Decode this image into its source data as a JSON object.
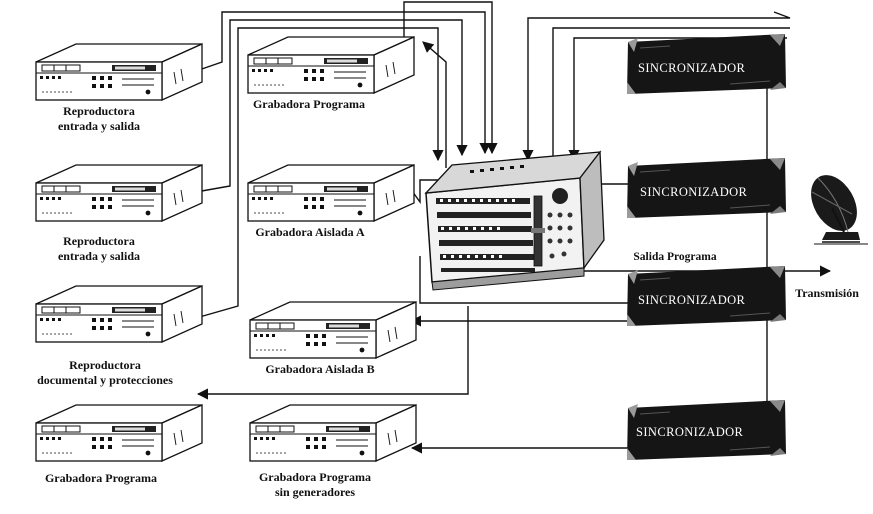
{
  "diagram": {
    "sources": [
      {
        "line1": "Reproductora",
        "line2": "entrada y salida"
      },
      {
        "line1": "Reproductora",
        "line2": "entrada y salida"
      },
      {
        "line1": "Reproductora",
        "line2": "documental y protecciones"
      }
    ],
    "recorders": {
      "programa_top": "Grabadora Programa",
      "aislada_a": "Grabadora Aislada A",
      "aislada_b": "Grabadora Aislada B",
      "programa_bottom": "Grabadora Programa",
      "sin_gen_line1": "Grabadora Programa",
      "sin_gen_line2": "sin generadores"
    },
    "sync_label": "SINCRONIZADOR",
    "output_label": "Salida Programa",
    "transmission_label": "Transmisión"
  }
}
